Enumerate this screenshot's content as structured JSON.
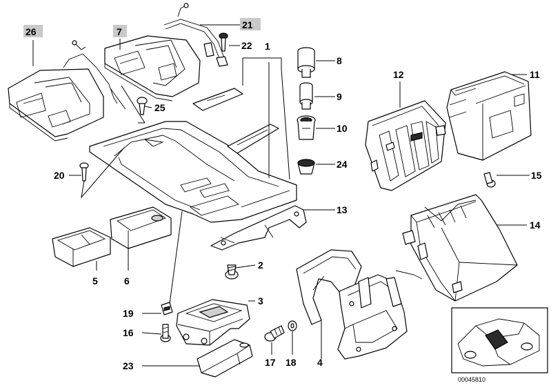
{
  "labels": {
    "p1": "1",
    "p2": "2",
    "p3": "3",
    "p4": "4",
    "p5": "5",
    "p6": "6",
    "p7": "7",
    "p8": "8",
    "p9": "9",
    "p10": "10",
    "p11": "11",
    "p12": "12",
    "p13": "13",
    "p14": "14",
    "p15": "15",
    "p16": "16",
    "p17": "17",
    "p18": "18",
    "p19": "19",
    "p20": "20",
    "p21": "21",
    "p22": "22",
    "p23": "23",
    "p24": "24",
    "p25": "25",
    "p26": "26"
  },
  "highlighted_labels": [
    "p7",
    "p21",
    "p26"
  ],
  "catalog_number": "00045810",
  "colors": {
    "line": "#000000",
    "highlight": "#c9c9c9",
    "background": "#ffffff"
  }
}
